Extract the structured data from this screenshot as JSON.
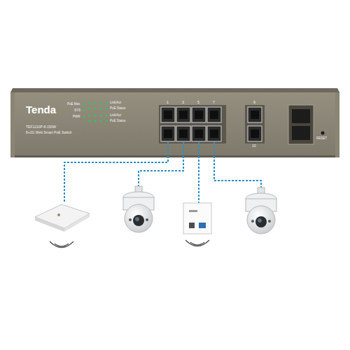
{
  "diagram": {
    "nodes": [
      {
        "text": [
          "Tenda",
          "TEF1210P-8-150W",
          "8+2G Web Smart PoE Switch"
        ]
      }
    ],
    "labels": [
      "PoE Max",
      "SYS",
      "PWR",
      "Link/Act",
      "PoE Status",
      "Link/Act",
      "PoE Status",
      "1",
      "3",
      "5",
      "7",
      "9",
      "10",
      "RESET"
    ]
  }
}
